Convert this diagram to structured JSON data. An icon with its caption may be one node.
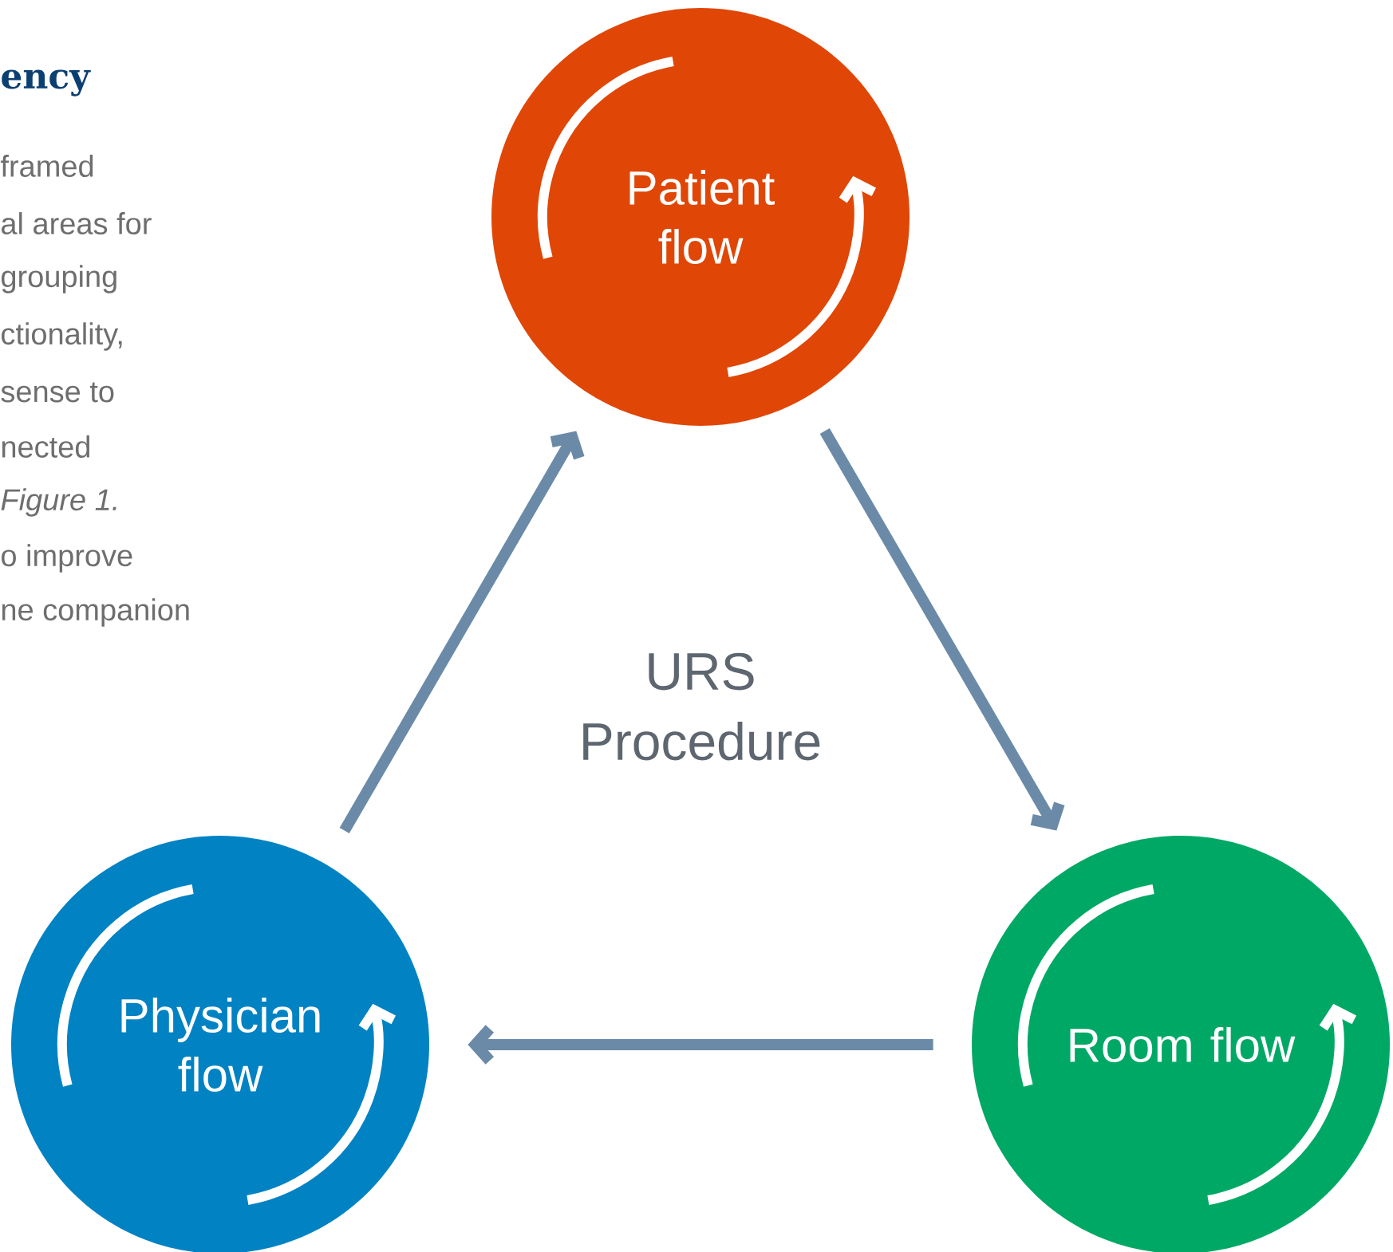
{
  "diagram": {
    "nodes": [
      {
        "text": [
          "Patient flow"
        ]
      },
      {
        "text": [
          "Room flow"
        ]
      },
      {
        "text": [
          "Physician flow"
        ]
      },
      {
        "text": [
          "URS Procedure"
        ]
      }
    ],
    "edges": [
      {
        "from": 2,
        "to": 0,
        "arrow": "to"
      },
      {
        "from": 0,
        "to": 1,
        "arrow": "to"
      },
      {
        "from": 1,
        "to": 2,
        "arrow": "to"
      }
    ],
    "labels": [
      "ency",
      "framed",
      "al areas for",
      "grouping",
      "ctionality,",
      "sense to",
      "nected",
      "*Figure 1.*",
      "o improve",
      "ne companion"
    ]
  }
}
